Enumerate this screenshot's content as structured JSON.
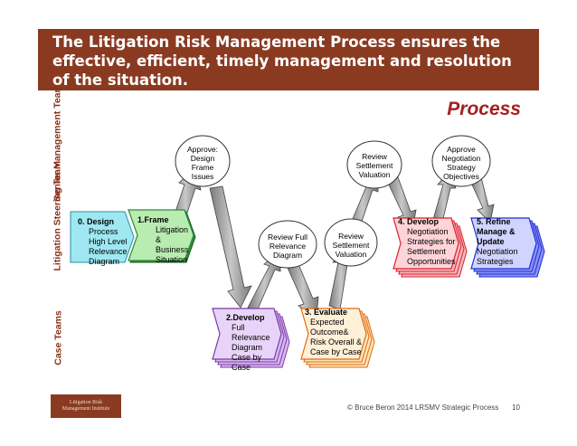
{
  "header": {
    "title": "The Litigation Risk Management Process ensures the effective, efficient, timely management and resolution of the situation."
  },
  "process_label": "Process",
  "lanes": {
    "senior": "Senior Management Team",
    "litigation": "Litigation Steering Team",
    "case": "Case Teams"
  },
  "boxes": {
    "b0": {
      "head": "0.  Design",
      "body": "Process High Level Relevance Diagram"
    },
    "b1": {
      "head": "1.Frame",
      "body": "Litigation & Business Situation"
    },
    "b2": {
      "head": "2.Develop",
      "body": "Full Relevance Diagram Case by Case"
    },
    "b3": {
      "head": "3. Evaluate",
      "body": "Expected Outcome& Risk Overall & Case by Case"
    },
    "b4": {
      "head": "4.  Develop",
      "body": "Negotiation Strategies for Settlement Opportunities"
    },
    "b5": {
      "head": "5.  Refine Manage & Update",
      "body": "Negotiation Strategies"
    }
  },
  "ovals": {
    "o1": "Approve: Design Frame Issues",
    "o2": "Review Full Relevance Diagram",
    "o3": "Review Settlement Valuation",
    "o4": "Review Settlement Valuation",
    "o5": "Approve Negotiation Strategy Objectives"
  },
  "footer": {
    "logo": "Litigation Risk Management Institute",
    "text": "© Bruce Beron 2014   LRSMV Strategic Process",
    "page": "10"
  },
  "colors": {
    "header": "#8b3a22",
    "b0": "#9fe8f2",
    "b1": "#2e8b3a",
    "b2": "#7b3aa8",
    "b3": "#e06a10",
    "b4": "#d8202a",
    "b5": "#2030d0"
  }
}
